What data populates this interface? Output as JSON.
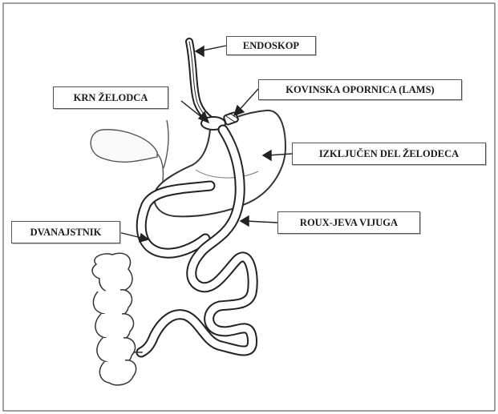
{
  "diagram": {
    "labels": {
      "endoscope": "ENDOSKOP",
      "gastric_remnant": "KRN ŽELODCA",
      "metal_stent": "KOVINSKA OPORNICA (LAMS)",
      "excluded_stomach": "IZKLJUČEN DEL ŽELODECA",
      "roux_limb": "ROUX-JEVA VIJUGA",
      "duodenum": "DVANAJSTNIK"
    }
  }
}
